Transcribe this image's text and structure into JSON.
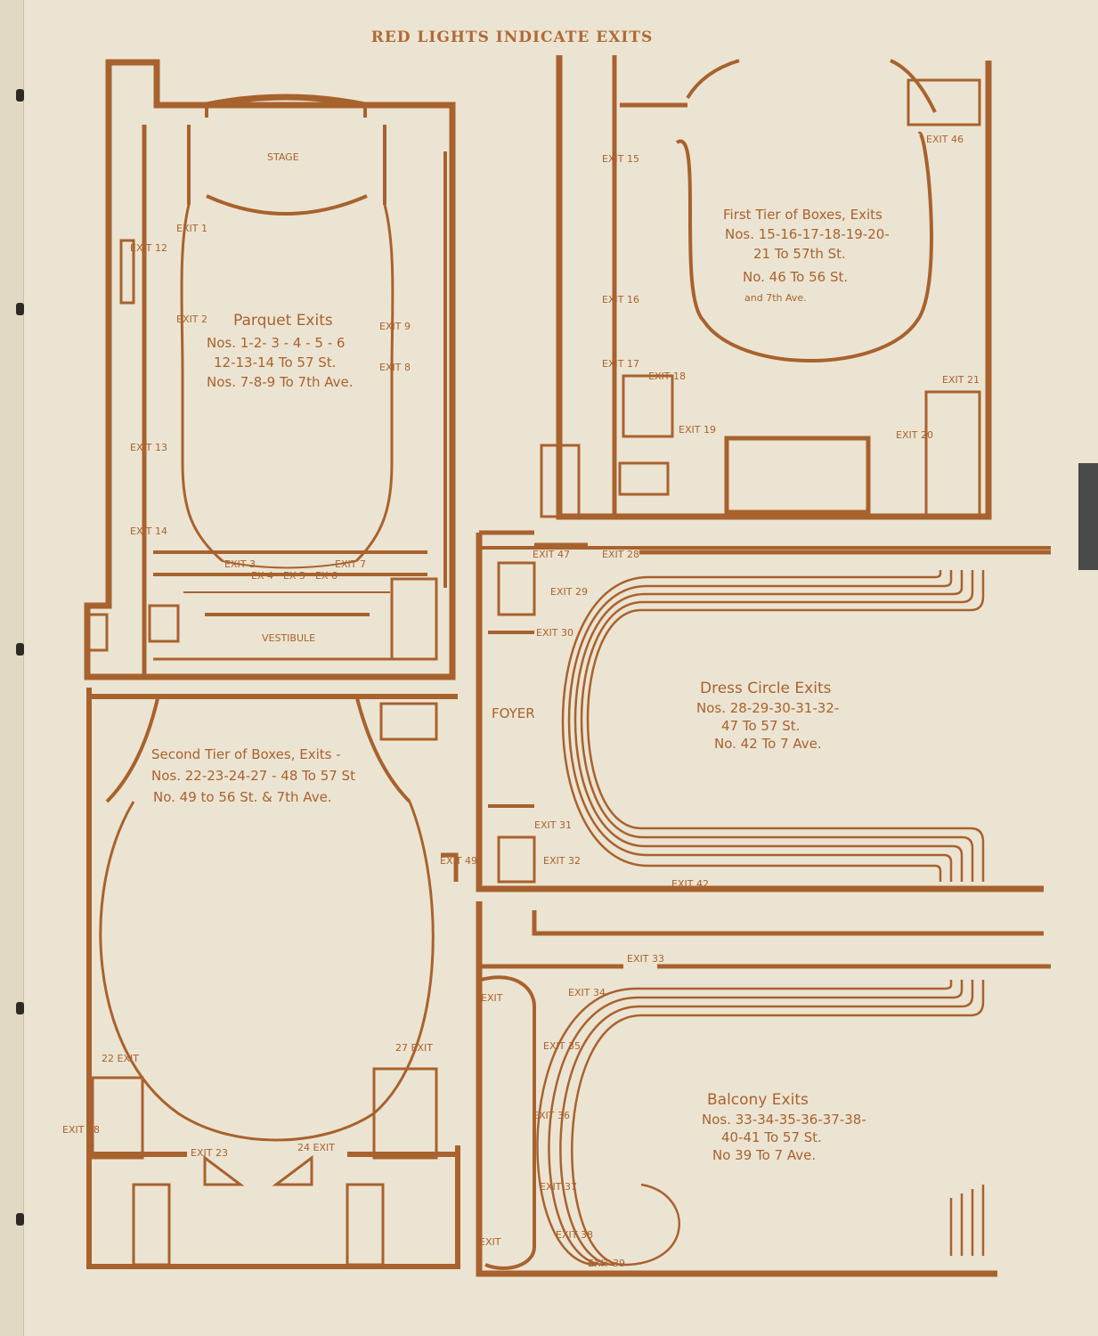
{
  "page": {
    "heading": "RED LIGHTS INDICATE EXITS",
    "color": "#a8622e",
    "paper": "#ece4d2"
  },
  "parquet": {
    "stage": "STAGE",
    "vestibule": "VESTIBULE",
    "title": "Parquet Exits",
    "lines": [
      "Nos. 1-2- 3 - 4 - 5 - 6",
      "12-13-14 To 57 St.",
      "Nos. 7-8-9  To  7th Ave."
    ],
    "exits": [
      "EXIT 1",
      "EXIT 2",
      "EXIT 3",
      "EX 4",
      "EX 5",
      "EX 6",
      "EXIT 7",
      "EXIT 8",
      "EXIT 9",
      "EXIT 12",
      "EXIT 13",
      "EXIT 14"
    ]
  },
  "first_tier": {
    "title": "First Tier of Boxes, Exits",
    "lines": [
      "Nos. 15-16-17-18-19-20-",
      "21 To 57th St.",
      "No. 46 To 56 St.",
      "and 7th Ave."
    ],
    "exits": [
      "EXIT 15",
      "EXIT 16",
      "EXIT 17",
      "EXIT 18",
      "EXIT 19",
      "EXIT 20",
      "EXIT 21",
      "EXIT 46"
    ]
  },
  "dress_circle": {
    "foyer": "FOYER",
    "title": "Dress Circle Exits",
    "lines": [
      "Nos. 28-29-30-31-32-",
      "47 To 57 St.",
      "No. 42 To 7 Ave."
    ],
    "exits": [
      "EXIT 47",
      "EXIT 28",
      "EXIT 29",
      "EXIT 30",
      "EXIT 31",
      "EXIT 32",
      "EXIT 42"
    ]
  },
  "second_tier": {
    "title": "Second Tier of Boxes, Exits -",
    "lines": [
      "Nos. 22-23-24-27 - 48 To 57 St",
      "No.  49 to 56 St. & 7th Ave."
    ],
    "exits": [
      "EXIT 49",
      "22 EXIT",
      "27 EXIT",
      "EXIT 48",
      "EXIT 23",
      "24 EXIT"
    ]
  },
  "balcony": {
    "title": "Balcony Exits",
    "lines": [
      "Nos. 33-34-35-36-37-38-",
      "40-41 To 57 St.",
      "No 39  To 7 Ave."
    ],
    "exits": [
      "EXIT 33",
      "EXIT",
      "EXIT 34",
      "EXIT 35",
      "EXIT 36",
      "EXIT 37",
      "EXIT 38",
      "EXIT",
      "EXIT 39"
    ]
  }
}
